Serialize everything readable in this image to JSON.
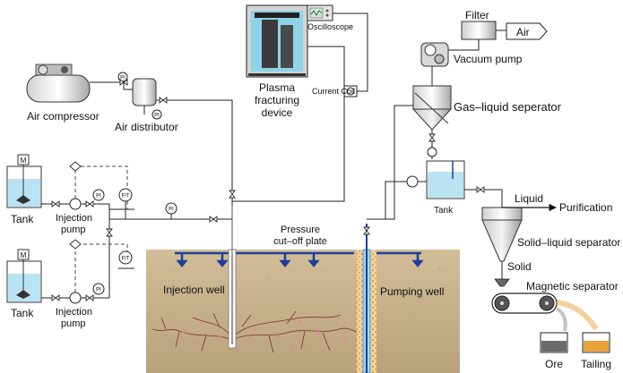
{
  "labels": {
    "filter": "Filter",
    "air": "Air",
    "oscilloscope": "Oscilloscope",
    "vacuum_pump": "Vacuum pump",
    "plasma_line1": "Plasma",
    "plasma_line2": "fracturing",
    "plasma_line3": "device",
    "current_coil": "Current Coil",
    "gas_liquid": "Gas–liquid seperator",
    "air_compressor": "Air compressor",
    "air_distributor": "Air distributor",
    "pi": "PI",
    "fit": "FIT",
    "m": "M",
    "tank": "Tank",
    "injection_pump_line1": "Injection",
    "injection_pump_line2": "pump",
    "pressure_line1": "Pressure",
    "pressure_line2": "cut–off plate",
    "liquid": "Liquid",
    "purification": "Purification",
    "solid_liquid": "Solid–liquid separator",
    "solid": "Solid",
    "magnetic": "Magnetic separator",
    "injection_well": "Injection well",
    "pumping_well": "Pumping well",
    "ore": "Ore",
    "tailing": "Tailing"
  },
  "colors": {
    "ground": "#c9b48f",
    "water": "#b9e3f2",
    "pipe_blue": "#1c3f9e",
    "tailing": "#e8a23a",
    "ore": "#6b6b6b"
  }
}
